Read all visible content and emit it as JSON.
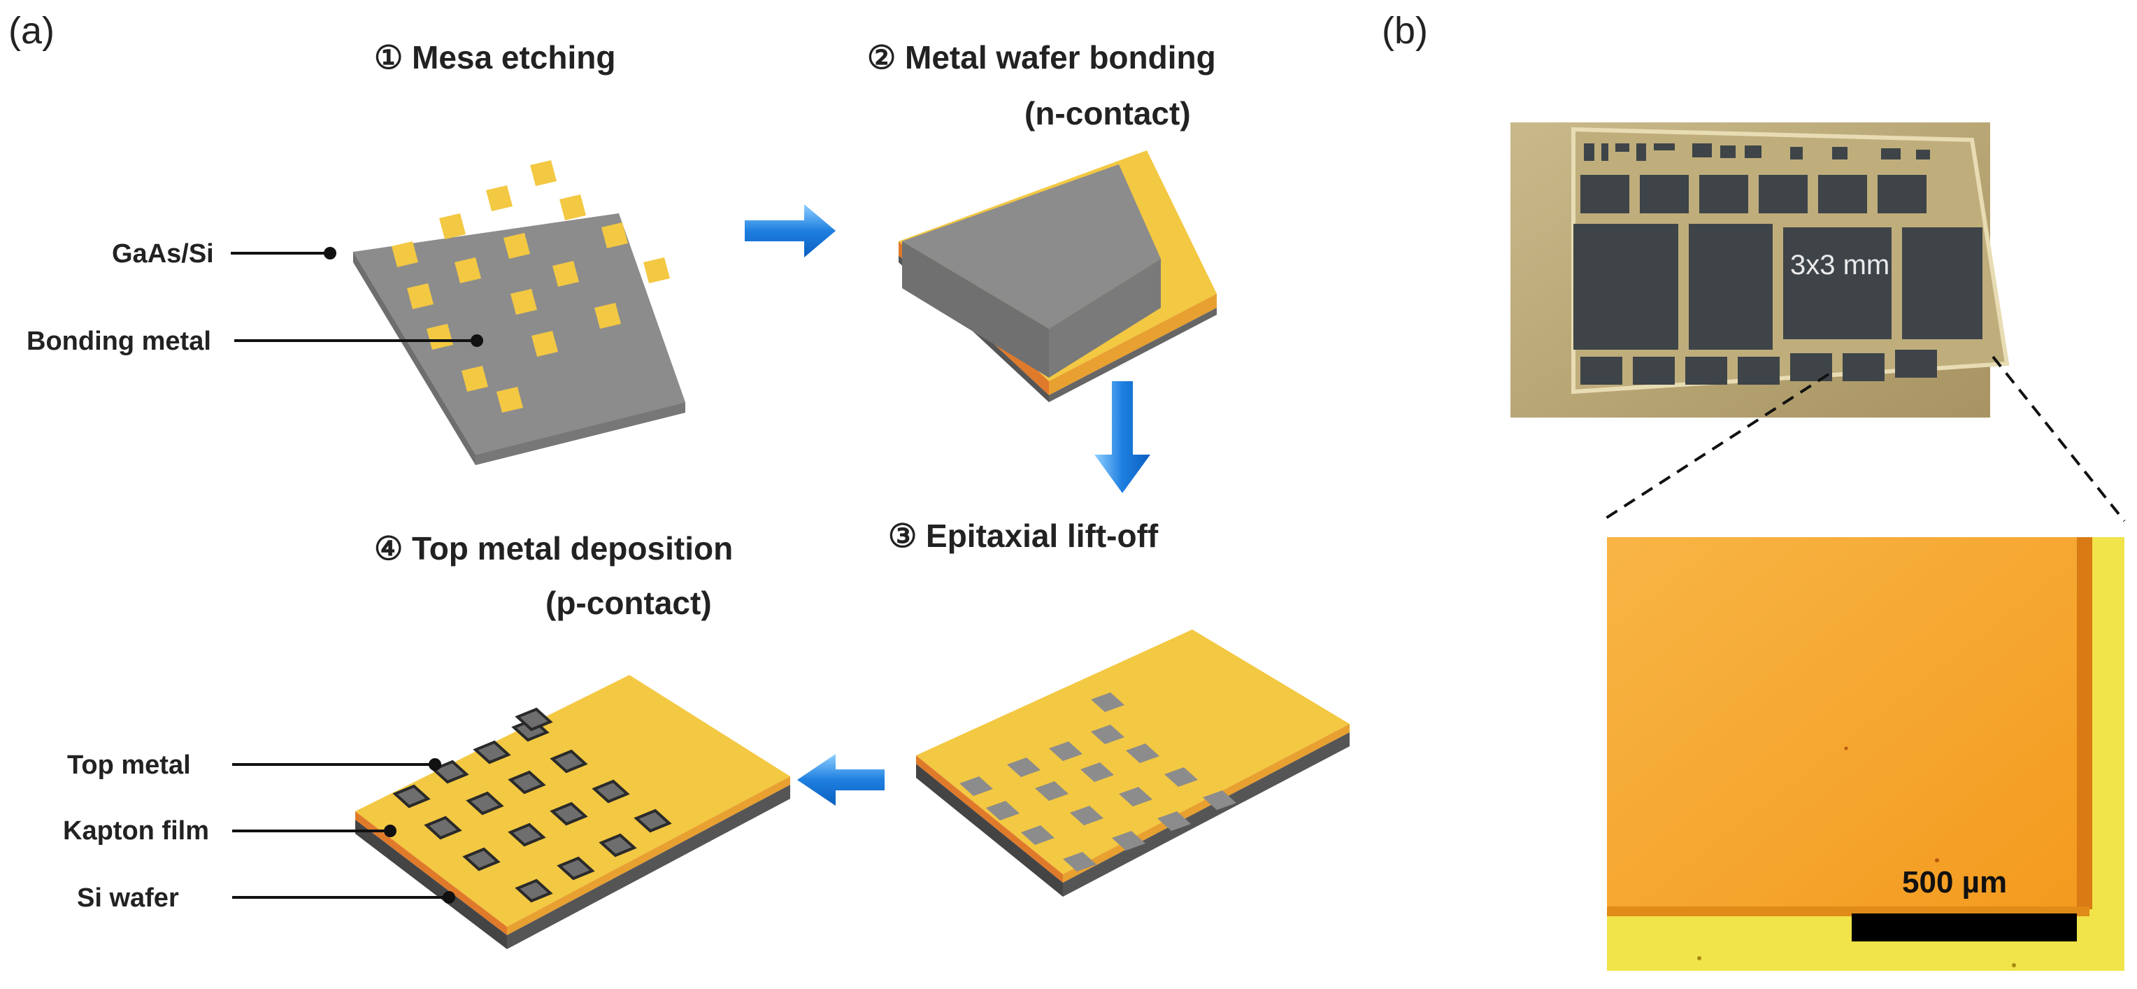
{
  "panel_labels": {
    "a": "(a)",
    "b": "(b)"
  },
  "steps": {
    "s1": "① Mesa etching",
    "s2_line1": "② Metal wafer bonding",
    "s2_line2": "(n-contact)",
    "s3": "③ Epitaxial lift-off",
    "s4_line1": "④ Top metal deposition",
    "s4_line2": "(p-contact)"
  },
  "labels": {
    "gaas_si": "GaAs/Si",
    "bonding_metal": "Bonding metal",
    "top_metal": "Top metal",
    "kapton_film": "Kapton film",
    "si_wafer": "Si wafer"
  },
  "photo": {
    "size_label": "3x3 mm",
    "scale_bar": "500 µm"
  },
  "colors": {
    "gold": "#F3C842",
    "gray_die": "#8A8A8A",
    "arrow_blue": "#2E86DE",
    "orange_photo": "#F5A623"
  }
}
